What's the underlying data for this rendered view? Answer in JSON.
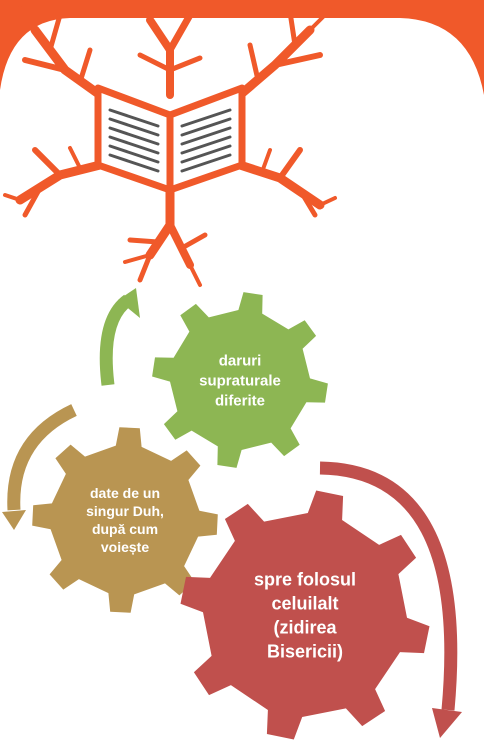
{
  "colors": {
    "accent_orange": "#f0592a",
    "book_stroke": "#f0592a",
    "gear_green": "#8db653",
    "gear_tan": "#b99552",
    "gear_red": "#c0504d",
    "label": "#ffffff"
  },
  "icons": {
    "tree_book": "open-book-tree-icon",
    "arrow_green": "curved-arrow-icon",
    "arrow_tan": "curved-arrow-icon",
    "arrow_red": "curved-arrow-icon"
  },
  "gears": [
    {
      "id": "green",
      "lines": [
        "daruri",
        "supraturale",
        "diferite"
      ]
    },
    {
      "id": "tan",
      "lines": [
        "date de un",
        "singur Duh,",
        "după cum",
        "voiește"
      ]
    },
    {
      "id": "red",
      "lines": [
        "spre folosul",
        "celuilalt",
        "(zidirea",
        "Bisericii)"
      ]
    }
  ]
}
